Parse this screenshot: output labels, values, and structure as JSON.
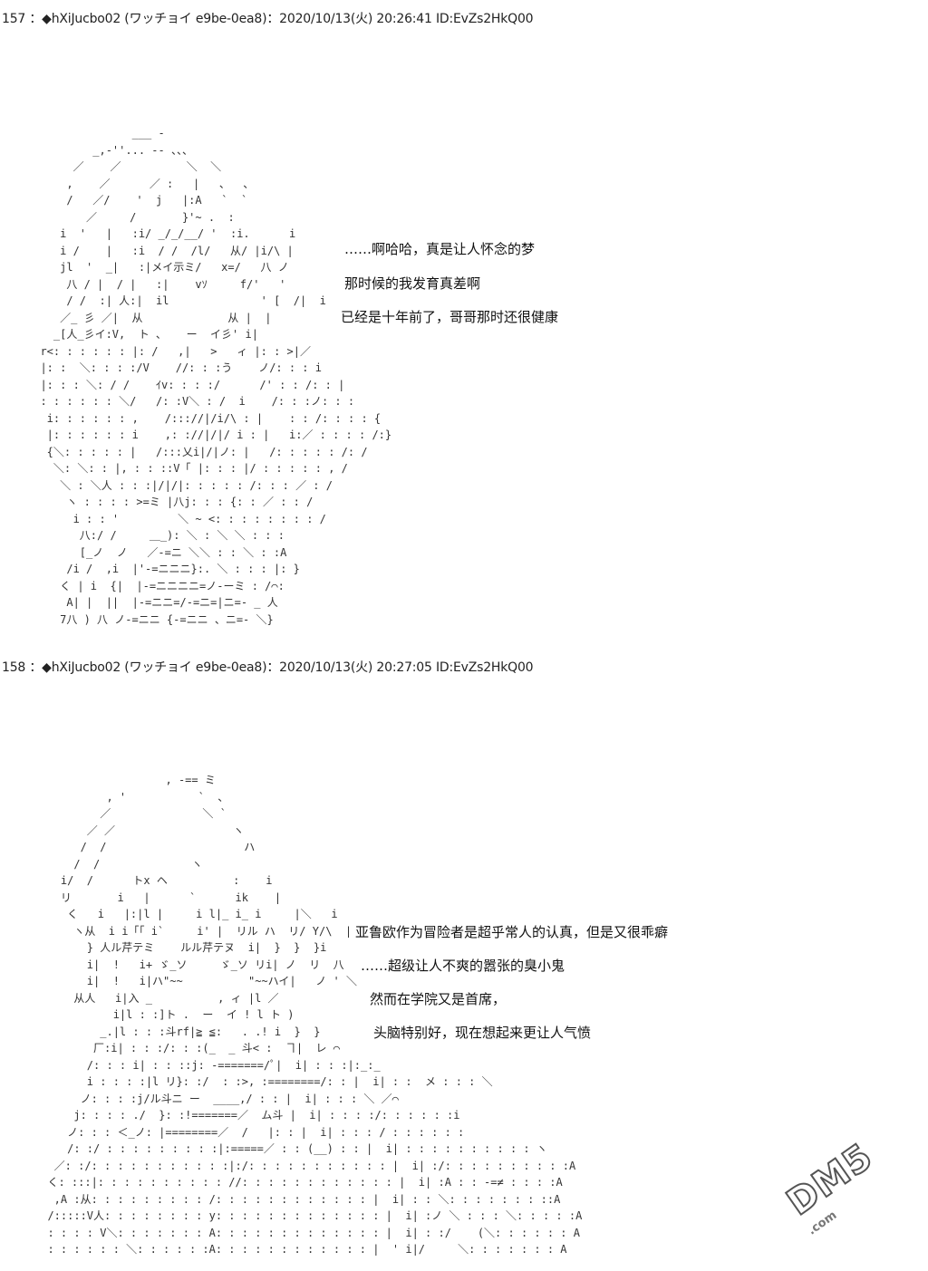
{
  "posts": [
    {
      "header": "157 ：◆hXiJucbo02 (ワッチョイ e9be-0ea8)：2020/10/13(火) 20:26:41 ID:EvZs2HkQ00",
      "dialogue": [
        "……啊哈哈，真是让人怀念的梦",
        "那时候的我发育真差啊",
        "已经是十年前了，哥哥那时还很健康"
      ]
    },
    {
      "header": "158 ：◆hXiJucbo02 (ワッチョイ e9be-0ea8)：2020/10/13(火) 20:27:05 ID:EvZs2HkQ00",
      "dialogue": [
        "亚鲁欧作为冒险者是超乎常人的认真，但是又很乖癖",
        "……超级让人不爽的嚣张的臭小鬼",
        "然而在学院又是首席，",
        "头脑特别好，现在想起来更让人气愤"
      ]
    }
  ],
  "watermark": {
    "text": "DM5",
    "sub": ".com"
  }
}
